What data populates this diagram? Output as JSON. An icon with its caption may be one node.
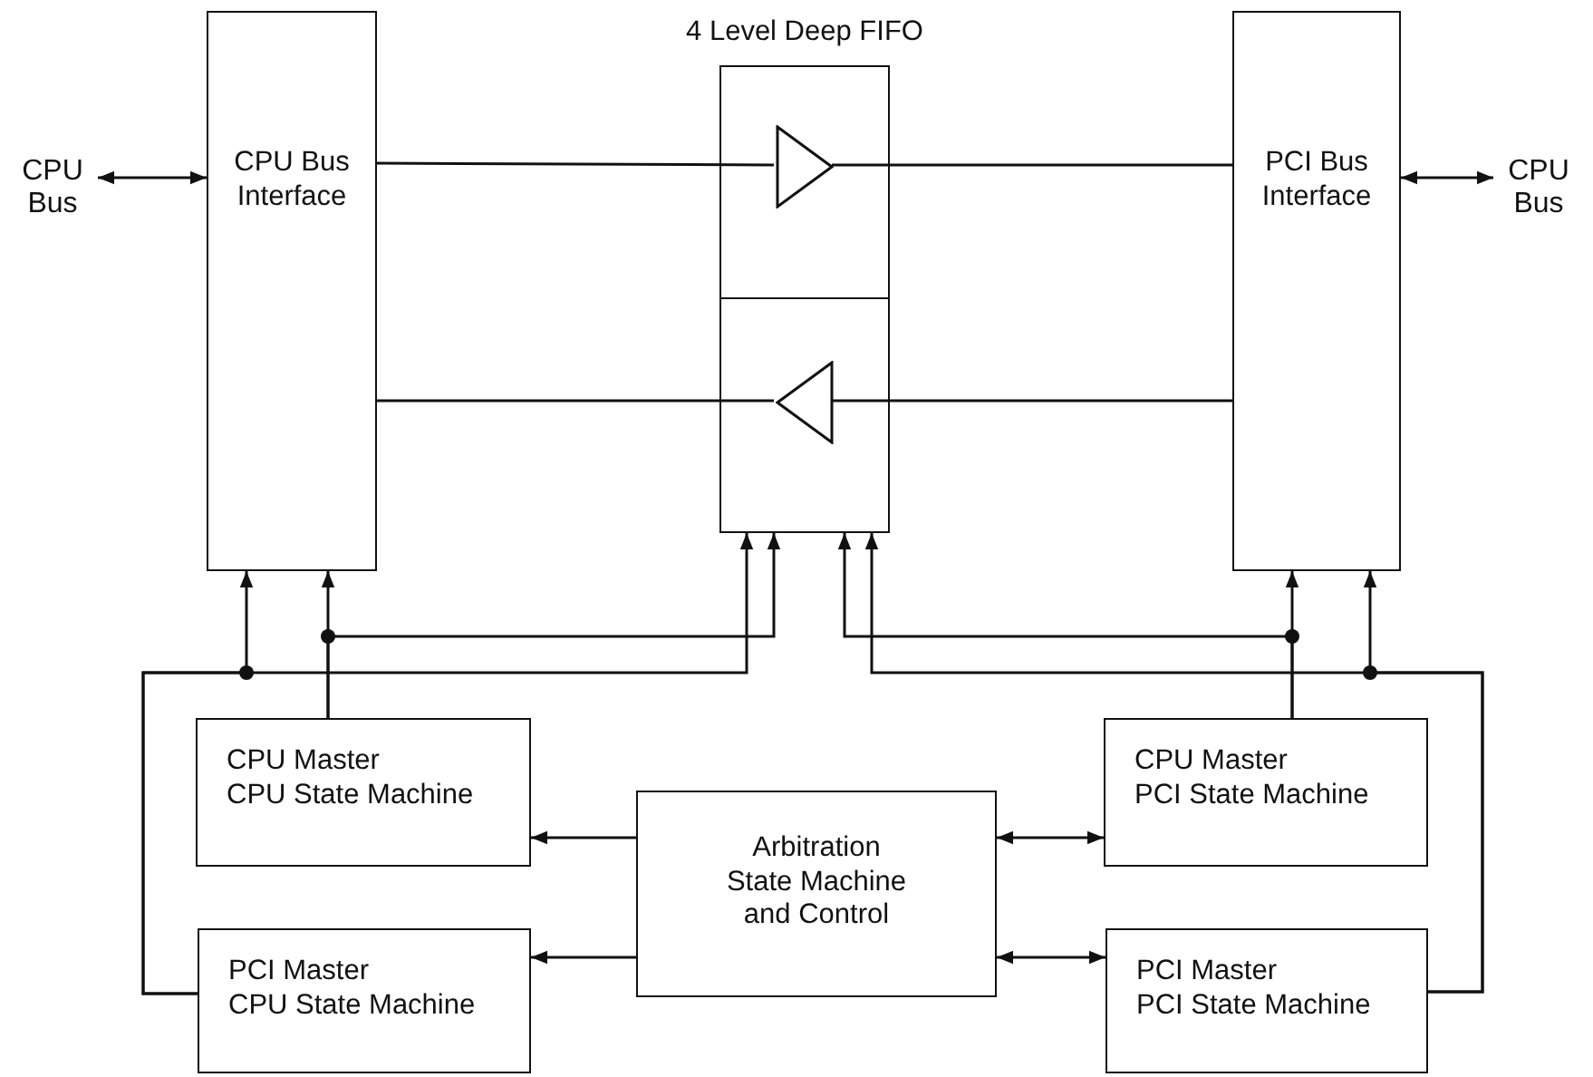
{
  "diagram": {
    "nodes": [
      {
        "text": [
          "CPU Bus"
        ]
      },
      {
        "text": [
          "CPU Bus Interface"
        ]
      },
      {
        "text": [
          "4 Level Deep FIFO"
        ]
      },
      {
        "text": [],
        "shape": "triangle",
        "in": 2
      },
      {
        "text": [],
        "shape": "triangle",
        "in": 2
      },
      {
        "text": [
          "PCI Bus Interface"
        ]
      },
      {
        "text": [
          "CPU Bus"
        ]
      },
      {
        "text": [
          "CPU Master",
          "CPU State Machine"
        ]
      },
      {
        "text": [
          "Arbitration State Machine and Control"
        ]
      },
      {
        "text": [
          "CPU Master",
          "PCI State Machine"
        ]
      },
      {
        "text": [
          "PCI Master",
          "CPU State Machine"
        ]
      },
      {
        "text": [
          "PCI Master",
          "PCI State Machine"
        ]
      }
    ],
    "edges": [
      {
        "from": 0,
        "to": 1,
        "arrow": "both"
      },
      {
        "from": 1,
        "to": 3,
        "arrow": "none"
      },
      {
        "from": 3,
        "to": 5,
        "arrow": "none"
      },
      {
        "from": 5,
        "to": 4,
        "arrow": "none"
      },
      {
        "from": 4,
        "to": 1,
        "arrow": "none"
      },
      {
        "from": 5,
        "to": 6,
        "arrow": "both"
      },
      {
        "from": 7,
        "to": 1,
        "arrow": "to"
      },
      {
        "from": 7,
        "to": 2,
        "arrow": "to"
      },
      {
        "from": 10,
        "to": 1,
        "arrow": "to"
      },
      {
        "from": 10,
        "to": 2,
        "arrow": "to"
      },
      {
        "from": 9,
        "to": 5,
        "arrow": "to"
      },
      {
        "from": 9,
        "to": 2,
        "arrow": "to"
      },
      {
        "from": 11,
        "to": 5,
        "arrow": "to"
      },
      {
        "from": 11,
        "to": 2,
        "arrow": "to"
      },
      {
        "from": 8,
        "to": 7,
        "arrow": "to"
      },
      {
        "from": 8,
        "to": 10,
        "arrow": "to"
      },
      {
        "from": 8,
        "to": 9,
        "arrow": "both"
      },
      {
        "from": 8,
        "to": 11,
        "arrow": "both"
      }
    ]
  }
}
